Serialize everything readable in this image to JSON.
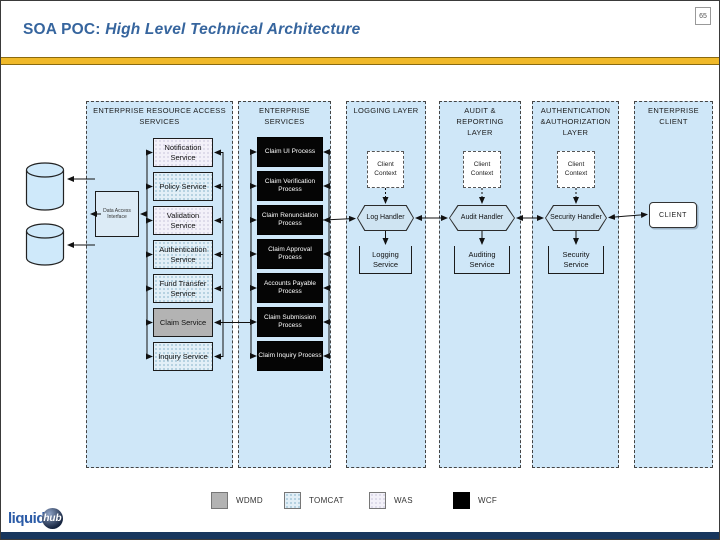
{
  "slide": {
    "page_number": "65",
    "title_prefix": "SOA POC: ",
    "title_italic": "High Level Technical Architecture",
    "accent_bar_color": "#F0B929",
    "footer_bar_color": "#17365D"
  },
  "logo": {
    "liquid": "liquid",
    "hub": "hub"
  },
  "colors": {
    "lane_fill": "#CFE7F8",
    "wdmd": "#B3B3B3",
    "tomcat": "#E2EFF7",
    "was": "#F3F1F9",
    "wcf": "#050505"
  },
  "lanes": [
    {
      "header": "ENTERPRISE RESOURCE ACCESS SERVICES"
    },
    {
      "header": "ENTERPRISE SERVICES"
    },
    {
      "header": "LOGGING LAYER"
    },
    {
      "header": "AUDIT & REPORTING LAYER"
    },
    {
      "header": "AUTHENTICATION &AUTHORIZATION LAYER"
    },
    {
      "header": "ENTERPRISE CLIENT"
    }
  ],
  "resource_access": {
    "interface_box": "Data Access Interface",
    "services": [
      {
        "label": "Notification Service",
        "platform": "WAS"
      },
      {
        "label": "Policy Service",
        "platform": "TOMCAT"
      },
      {
        "label": "Validation Service",
        "platform": "WAS"
      },
      {
        "label": "Authentication Service",
        "platform": "TOMCAT"
      },
      {
        "label": "Fund Transfer Service",
        "platform": "TOMCAT"
      },
      {
        "label": "Claim Service",
        "platform": "WDMD"
      },
      {
        "label": "Inquiry Service",
        "platform": "TOMCAT"
      }
    ]
  },
  "enterprise_services": {
    "processes": [
      {
        "label": "Claim UI Process"
      },
      {
        "label": "Claim Verification Process"
      },
      {
        "label": "Claim Renunciation Process"
      },
      {
        "label": "Claim Approval Process"
      },
      {
        "label": "Accounts Payable Process"
      },
      {
        "label": "Claim Submission Process"
      },
      {
        "label": "Claim Inquiry Process"
      }
    ]
  },
  "logging_layer": {
    "context": "Client Context",
    "handler": "Log Handler",
    "service": "Logging Service"
  },
  "audit_layer": {
    "context": "Client Context",
    "handler": "Audit Handler",
    "service": "Auditing Service"
  },
  "auth_layer": {
    "context": "Client Context",
    "handler": "Security Handler",
    "service": "Security Service"
  },
  "enterprise_client": {
    "client_box": "CLIENT"
  },
  "legend": [
    {
      "label": "WDMD",
      "color": "#B3B3B3"
    },
    {
      "label": "TOMCAT",
      "color": "#E2EFF7"
    },
    {
      "label": "WAS",
      "color": "#F3F1F9"
    },
    {
      "label": "WCF",
      "color": "#050505"
    }
  ]
}
